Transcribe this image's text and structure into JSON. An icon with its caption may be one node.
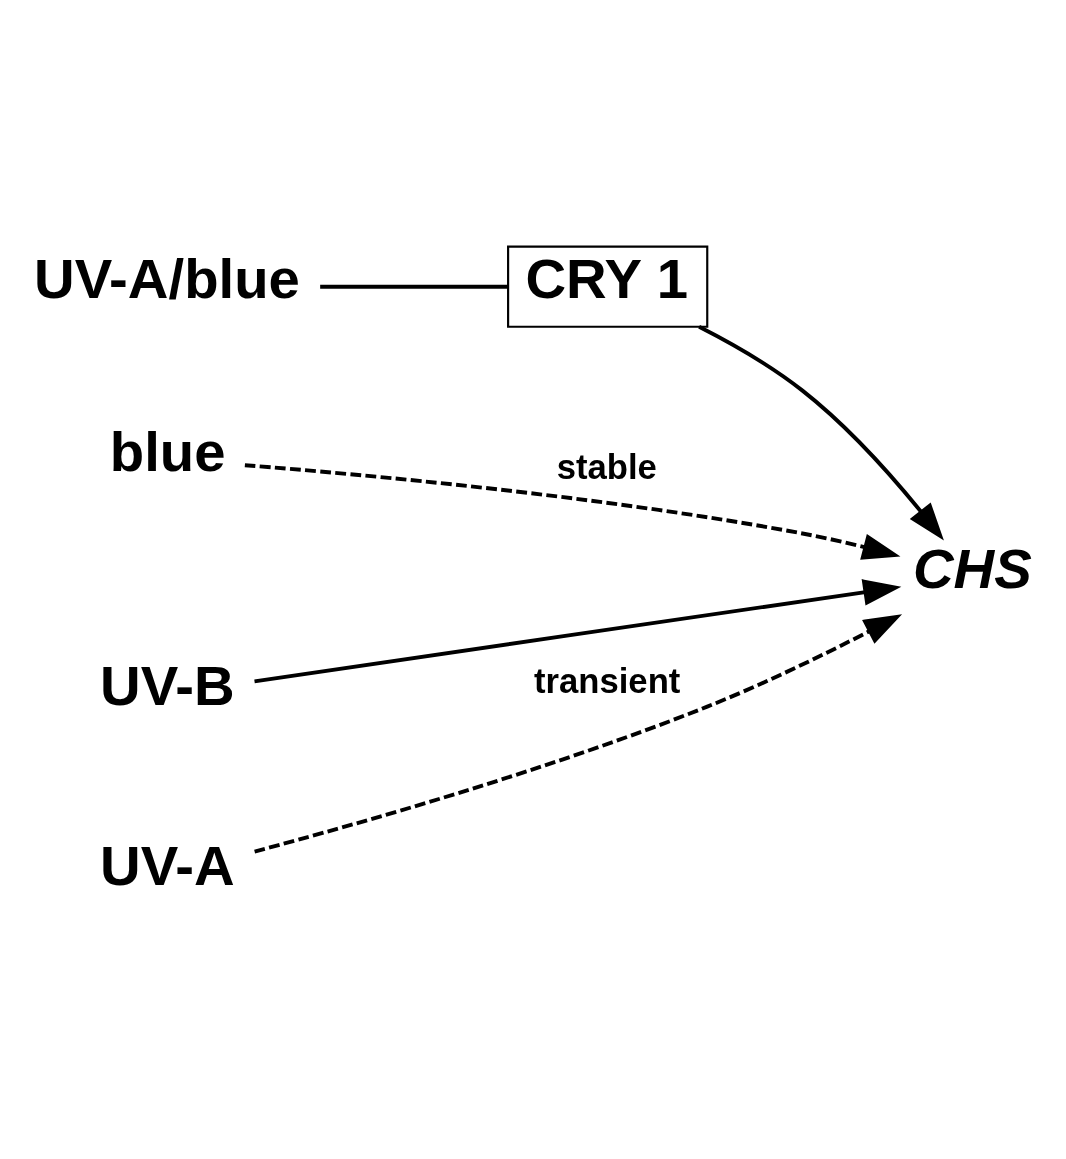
{
  "diagram": {
    "nodes": [
      {
        "text": [
          "UV-A/blue"
        ]
      },
      {
        "text": [
          "CRY 1"
        ]
      },
      {
        "text": [
          "blue"
        ]
      },
      {
        "text": [
          "UV-B"
        ]
      },
      {
        "text": [
          "CHS"
        ]
      },
      {
        "text": [
          "UV-A"
        ]
      }
    ],
    "edges": [
      {
        "from": 0,
        "to": 1,
        "arrow": "none"
      },
      {
        "from": 1,
        "to": 4,
        "arrow": "to"
      },
      {
        "from": 3,
        "to": 4,
        "arrow": "to"
      },
      {
        "from": 2,
        "to": 4,
        "arrow": "to",
        "label": "stable",
        "style": "dashed"
      },
      {
        "from": 5,
        "to": 4,
        "arrow": "to",
        "label": "transient",
        "style": "dashed"
      }
    ]
  }
}
